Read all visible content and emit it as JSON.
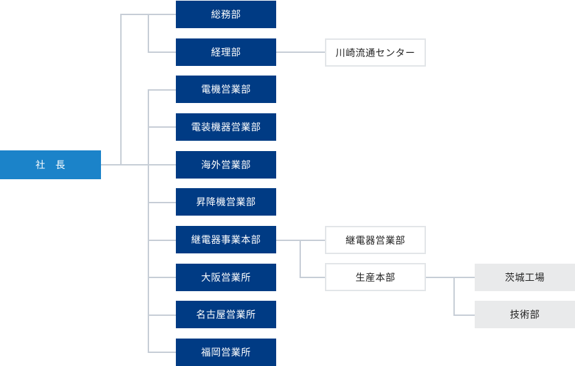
{
  "president": "社　長",
  "departments": [
    "総務部",
    "経理部",
    "電機営業部",
    "電装機器営業部",
    "海外営業部",
    "昇降機営業部",
    "継電器事業本部",
    "大阪営業所",
    "名古屋営業所",
    "福岡営業所"
  ],
  "accounting_center": "川崎流通センター",
  "relay_division": {
    "sales": "継電器営業部",
    "production": "生産本部"
  },
  "production_units": {
    "factory": "茨城工場",
    "engineering": "技術部"
  },
  "colors": {
    "president": "#1b83c9",
    "department": "#003b84",
    "connector": "#c6cdd6",
    "sub_unit_border": "#e2e5e8",
    "site_fill": "#e9eaeb"
  }
}
